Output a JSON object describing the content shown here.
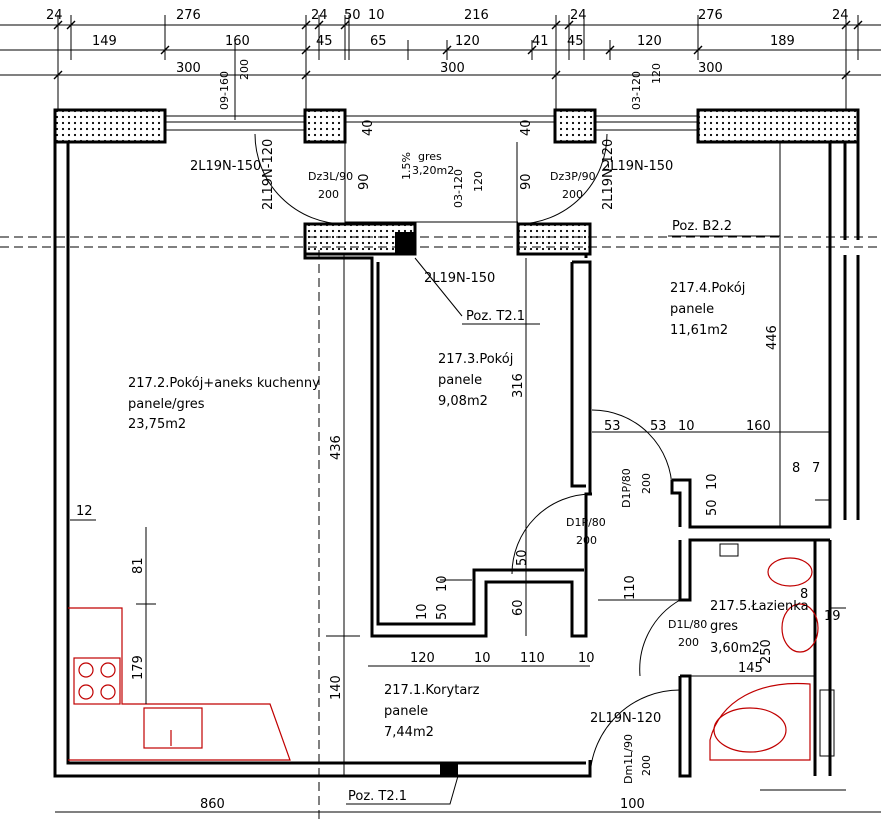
{
  "dimensions_top_row1": [
    "24",
    "276",
    "24",
    "50",
    "10",
    "216",
    "24",
    "276",
    "24"
  ],
  "dimensions_top_row2": [
    "149",
    "160",
    "45",
    "65",
    "120",
    "41",
    "45",
    "120",
    "189"
  ],
  "dimensions_top_row3": [
    "300",
    "300",
    "300"
  ],
  "vertical_top_labels": [
    "09-160",
    "200",
    "03-120",
    "120",
    "03-120",
    "120"
  ],
  "window_labels": {
    "w1": "2L19N-150",
    "w2": "2L19N-150",
    "w3": "2L19N-120",
    "w4": "2L19N-120",
    "w5": "2L19N-150",
    "w6": "2L19N-120"
  },
  "doors": {
    "dz3l": "Dz3L/90",
    "dz3l_h": "200",
    "dz3p": "Dz3P/90",
    "dz3p_h": "200",
    "d1p_a": "D1P/80",
    "d1p_a_h": "200",
    "d1p_b": "D1P/80",
    "d1p_b_h": "200",
    "d1l": "D1L/80",
    "d1l_h": "200",
    "dm1l": "Dm1L/90",
    "dm1l_h": "200"
  },
  "balcony": {
    "pos": "Poz. B2.2",
    "slope": "1.5%",
    "floor": "gres",
    "area": "3,20m2",
    "d40a": "40",
    "d40b": "40",
    "d90a": "90",
    "d90b": "90"
  },
  "position_labels": {
    "t21a": "Poz. T2.1",
    "t21b": "Poz. T2.1"
  },
  "rooms": {
    "r2": {
      "name": "217.2.Pokój+aneks kuchenny",
      "floor": "panele/gres",
      "area": "23,75m2"
    },
    "r3": {
      "name": "217.3.Pokój",
      "floor": "panele",
      "area": "9,08m2"
    },
    "r4": {
      "name": "217.4.Pokój",
      "floor": "panele",
      "area": "11,61m2"
    },
    "r1": {
      "name": "217.1.Korytarz",
      "floor": "panele",
      "area": "7,44m2"
    },
    "r5": {
      "name": "217.5.Łazienka",
      "floor": "gres",
      "area": "3,60m2"
    }
  },
  "inner_dims": {
    "d436": "436",
    "d316": "316",
    "d446": "446",
    "d140": "140",
    "d179": "179",
    "d81": "81",
    "d12": "12",
    "d53a": "53",
    "d53b": "53",
    "d10a": "10",
    "d160": "160",
    "d8a": "8",
    "d7": "7",
    "d50a": "50",
    "d10b": "10",
    "d50b": "50",
    "d10c": "10",
    "d10d": "10",
    "d50c": "50",
    "d60": "60",
    "d120": "120",
    "d10e": "10",
    "d110a": "110",
    "d10f": "10",
    "d110b": "110",
    "d250": "250",
    "d145": "145",
    "d19": "19",
    "d8b": "8",
    "d860": "860",
    "d100": "100"
  }
}
